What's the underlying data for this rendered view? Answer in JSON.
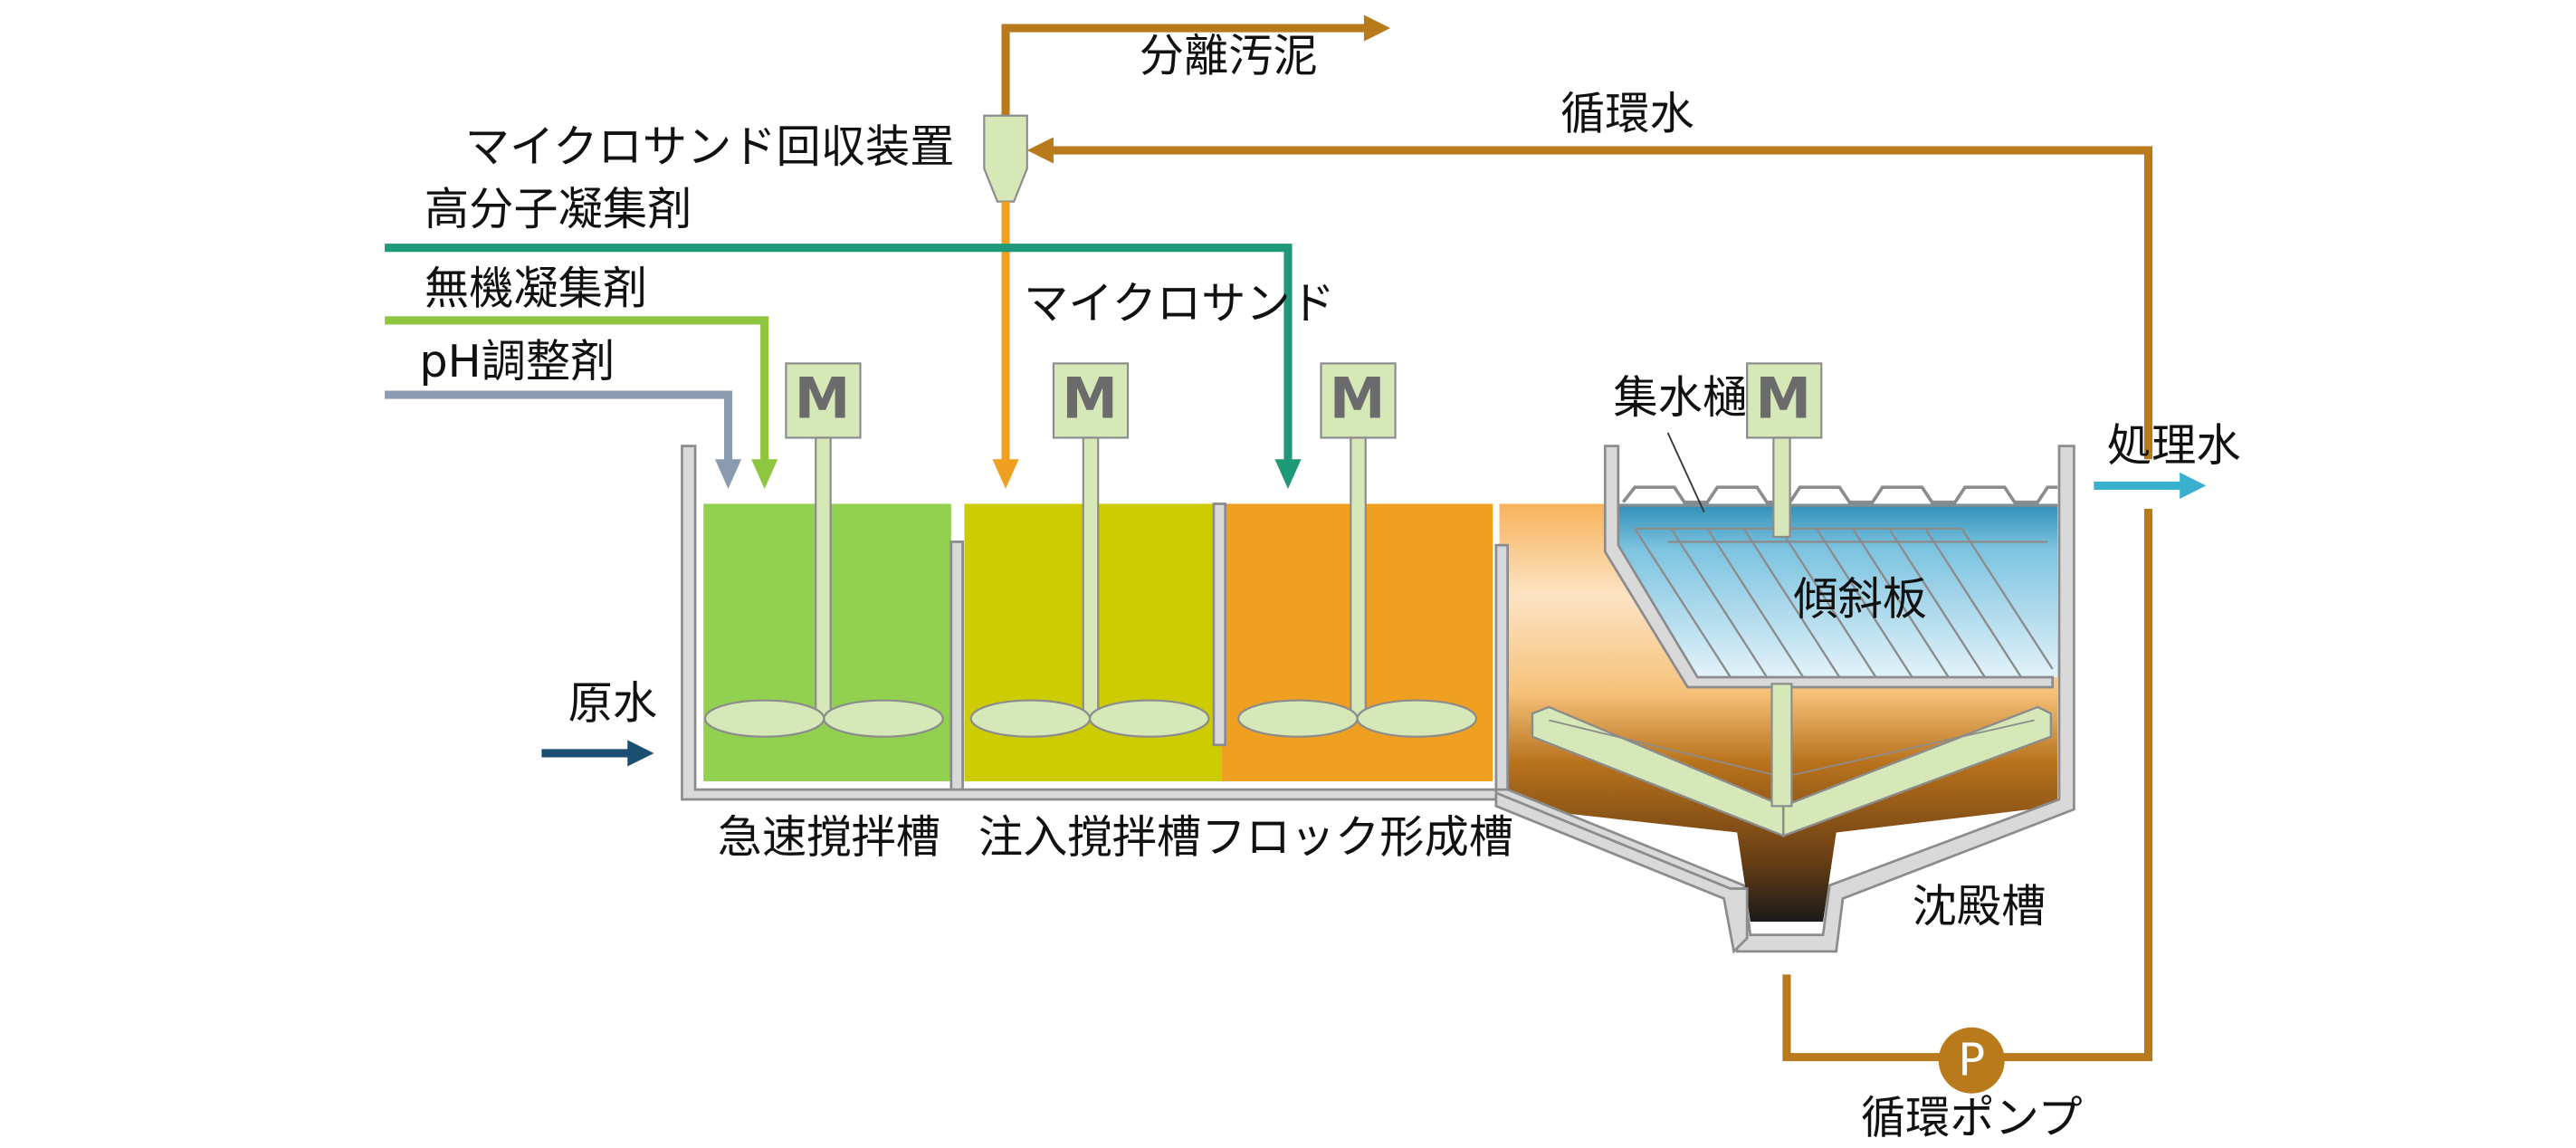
{
  "labels": {
    "separated_sludge": "分離汚泥",
    "circulating_water": "循環水",
    "sand_recovery": "マイクロサンド回収装置",
    "polymer": "高分子凝集剤",
    "inorganic": "無機凝集剤",
    "ph_adjuster": "pH調整剤",
    "micro_sand": "マイクロサンド",
    "collection_trough": "集水樋",
    "treated_water": "処理水",
    "inclined_plates": "傾斜板",
    "raw_water": "原水",
    "rapid_mix": "急速撹拌槽",
    "injection_mix": "注入撹拌槽",
    "floc_formation": "フロック形成槽",
    "settling_tank": "沈殿槽",
    "circulation_pump": "循環ポンプ"
  },
  "motor_label": "M",
  "pump_label": "P",
  "colors": {
    "sludge_line": "#b87a1a",
    "polymer_line": "#1f9a78",
    "inorganic_line": "#8ec63f",
    "ph_line": "#8a9bb0",
    "sand_line": "#f0a020",
    "raw_water": "#1b4f72",
    "treated_water": "#3ab0cf",
    "rapid_tank": "#92d050",
    "injection_tank": "#cccc00",
    "floc_tank": "#f0a020",
    "equipment": "#d6e8b8",
    "wall": "#d9d9d9"
  }
}
